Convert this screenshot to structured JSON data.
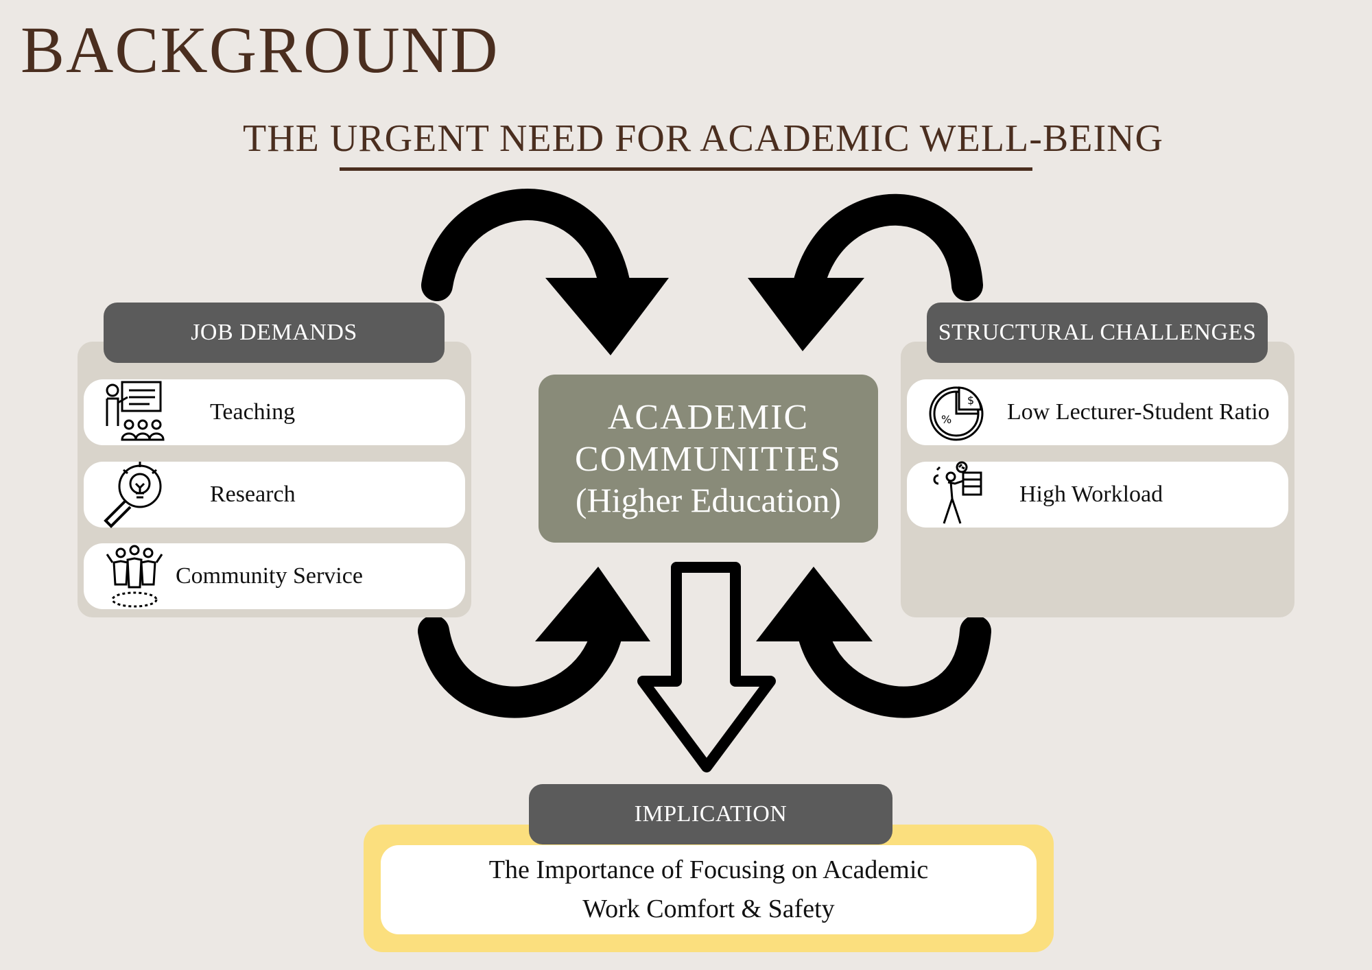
{
  "page": {
    "title": "BACKGROUND",
    "subtitle": "THE URGENT NEED FOR ACADEMIC WELL-BEING"
  },
  "center": {
    "line1": "ACADEMIC",
    "line2": "COMMUNITIES",
    "line3": "(Higher Education)"
  },
  "job_demands": {
    "header": "JOB DEMANDS",
    "items": [
      {
        "label": "Teaching",
        "icon": "teaching-icon"
      },
      {
        "label": "Research",
        "icon": "research-icon"
      },
      {
        "label": "Community Service",
        "icon": "community-service-icon"
      }
    ]
  },
  "structural_challenges": {
    "header": "STRUCTURAL CHALLENGES",
    "items": [
      {
        "label": "Low Lecturer-Student Ratio",
        "icon": "ratio-pie-icon"
      },
      {
        "label": "High Workload",
        "icon": "workload-icon"
      }
    ]
  },
  "implication": {
    "header": "IMPLICATION",
    "line1": "The Importance of Focusing on Academic",
    "line2": "Work Comfort & Safety"
  },
  "colors": {
    "background": "#ece8e4",
    "title_brown": "#4a2e1f",
    "panel": "#d9d4cb",
    "header_pill": "#5b5b5b",
    "center_box": "#898b79",
    "implication_frame": "#fbdf7e"
  }
}
